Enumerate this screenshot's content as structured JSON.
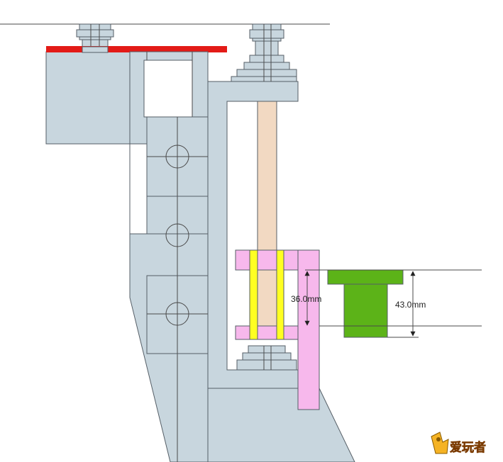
{
  "colors": {
    "frame": "#c8d6de",
    "outline": "#555e66",
    "clamp_bar": "#e31b17",
    "rod": "#f2d9c2",
    "bushing": "#f7b8ec",
    "sleeve": "#ffff22",
    "block": "#5cb318",
    "background": "#ffffff"
  },
  "dimensions": {
    "inner": "36.0mm",
    "outer": "43.0mm"
  },
  "watermark": {
    "text": "爱玩者",
    "icon": "logo-icon"
  }
}
